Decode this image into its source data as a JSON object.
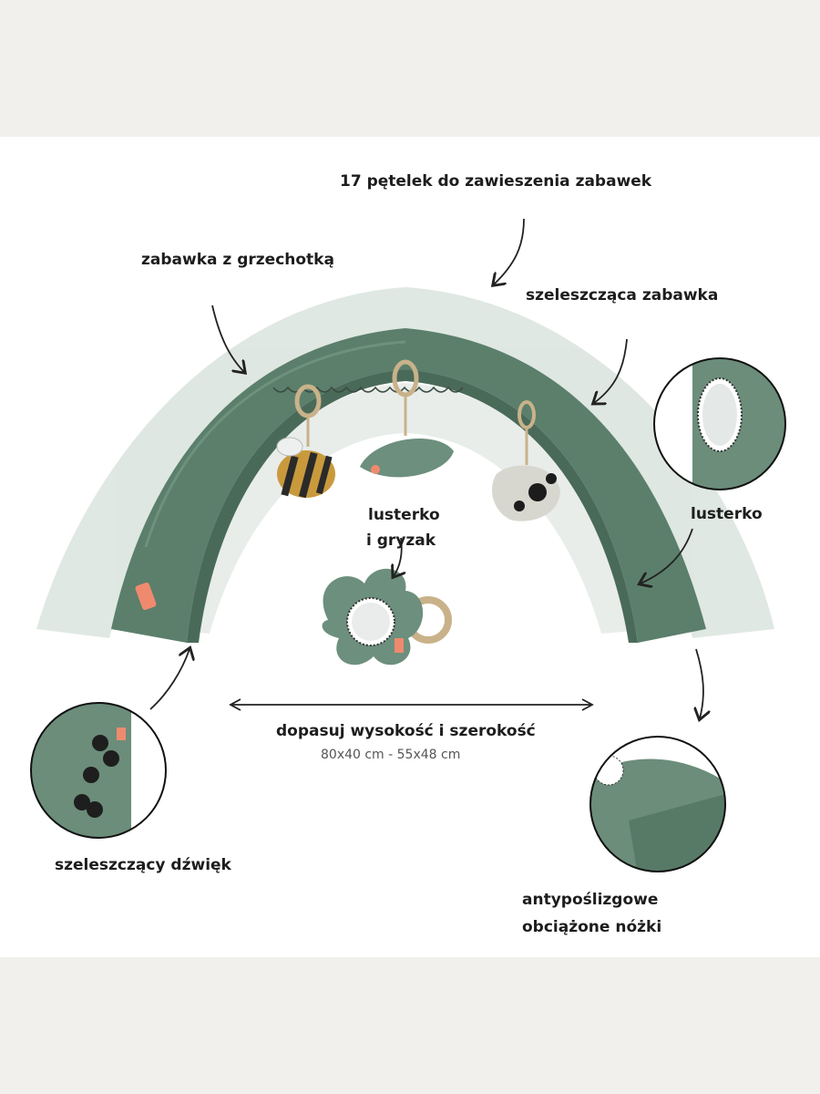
{
  "labels": {
    "loops": "17 pętelek do zawieszenia zabawek",
    "rattle_toy": "zabawka z grzechotką",
    "crinkle_toy": "szeleszcząca zabawka",
    "mirror_teether_line1": "lusterko",
    "mirror_teether_line2": "i gryzak",
    "mirror": "lusterko",
    "adjust": "dopasuj wysokość i szerokość",
    "dimensions": "80x40 cm - 55x48 cm",
    "crinkle_sound": "szeleszczący dźwięk",
    "feet_line1": "antypoślizgowe",
    "feet_line2": "obciążone nóżki"
  },
  "colors": {
    "arch_green": "#5b7f6b",
    "arch_dark": "#4a6a59",
    "ghost": "#d9e2dc",
    "background": "#ffffff",
    "outer": "#f2f0ec"
  }
}
